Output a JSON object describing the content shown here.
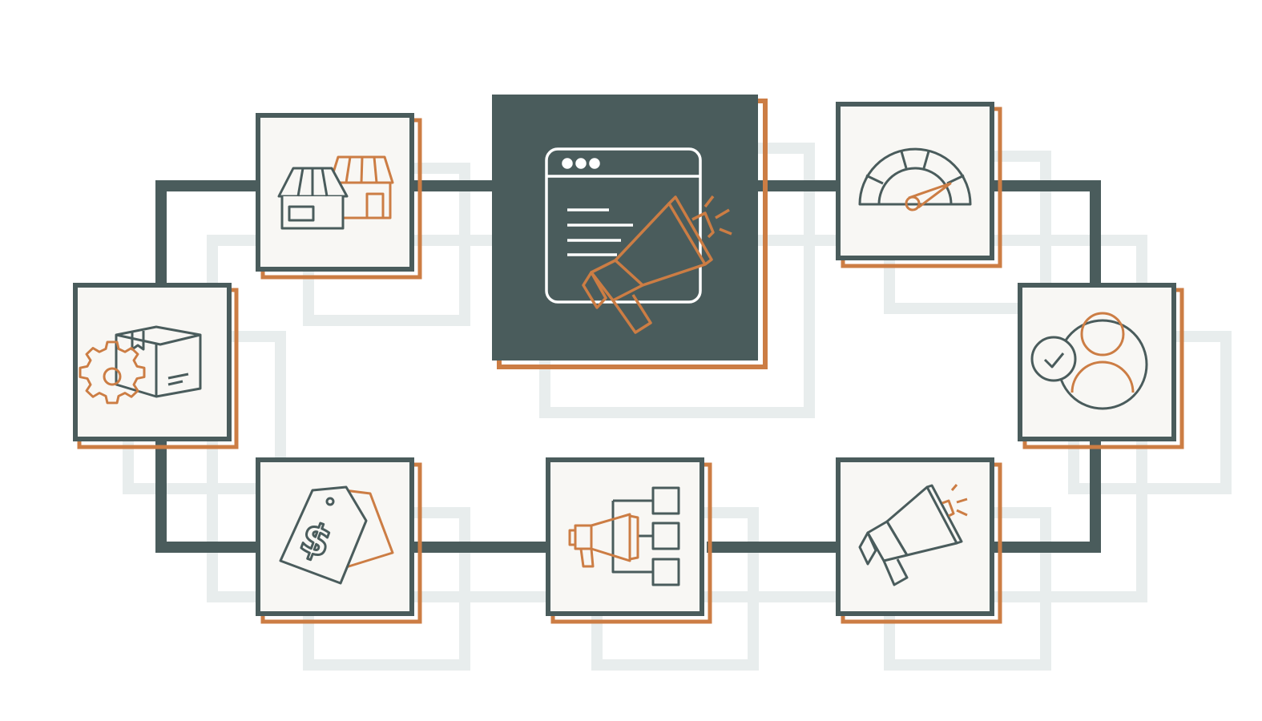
{
  "colors": {
    "dark": "#4a5c5c",
    "orange": "#cc7d44",
    "card": "#f8f7f4",
    "ghost": "#e9eeee",
    "center_line": "#ffffff"
  },
  "nodes": [
    {
      "id": "marketing-hub",
      "icon": "browser-megaphone-icon"
    },
    {
      "id": "stores",
      "icon": "storefront-icon"
    },
    {
      "id": "product-settings",
      "icon": "box-gear-icon"
    },
    {
      "id": "pricing",
      "icon": "price-tag-icon"
    },
    {
      "id": "campaign-channels",
      "icon": "megaphone-flowchart-icon"
    },
    {
      "id": "announcements",
      "icon": "megaphone-icon"
    },
    {
      "id": "performance",
      "icon": "speedometer-icon"
    },
    {
      "id": "customers",
      "icon": "user-check-icon"
    }
  ]
}
